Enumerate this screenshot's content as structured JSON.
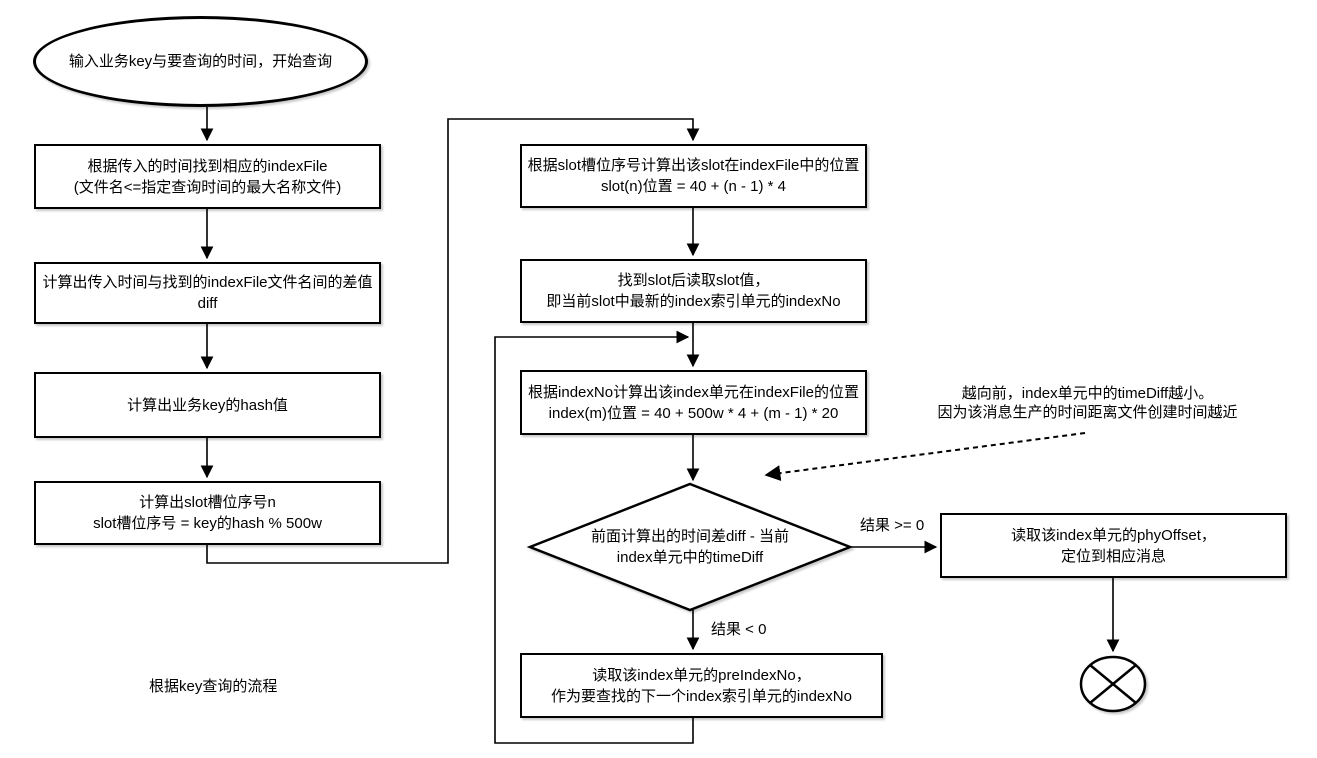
{
  "diagram": {
    "caption": "根据key查询的流程",
    "colors": {
      "stroke": "#000000",
      "background": "#ffffff"
    }
  },
  "nodes": {
    "start": {
      "lines": [
        "输入业务key与要查询的时间，开始查询"
      ]
    },
    "find_index_file": {
      "lines": [
        "根据传入的时间找到相应的indexFile",
        "(文件名<=指定查询时间的最大名称文件)"
      ]
    },
    "calc_diff": {
      "lines": [
        "计算出传入时间与找到的indexFile文件名间的差值",
        "diff"
      ]
    },
    "calc_hash": {
      "lines": [
        "计算出业务key的hash值"
      ]
    },
    "calc_slot": {
      "lines": [
        "计算出slot槽位序号n",
        "slot槽位序号 = key的hash % 500w"
      ]
    },
    "slot_position": {
      "lines": [
        "根据slot槽位序号计算出该slot在indexFile中的位置",
        "slot(n)位置 = 40 + (n - 1) * 4"
      ]
    },
    "read_slot": {
      "lines": [
        "找到slot后读取slot值，",
        "即当前slot中最新的index索引单元的indexNo"
      ]
    },
    "index_position": {
      "lines": [
        "根据indexNo计算出该index单元在indexFile的位置",
        "index(m)位置 = 40 + 500w * 4 + (m - 1) * 20"
      ]
    },
    "decision": {
      "lines": [
        "前面计算出的时间差diff - 当前",
        "index单元中的timeDiff"
      ]
    },
    "read_pre_index": {
      "lines": [
        "读取该index单元的preIndexNo，",
        "作为要查找的下一个index索引单元的indexNo"
      ]
    },
    "read_phy_offset": {
      "lines": [
        "读取该index单元的phyOffset，",
        "定位到相应消息"
      ]
    }
  },
  "labels": {
    "result_ge_zero": "结果 >= 0",
    "result_lt_zero": "结果 < 0",
    "annotation": {
      "lines": [
        "越向前，index单元中的timeDiff越小。",
        "因为该消息生产的时间距离文件创建时间越近"
      ]
    }
  }
}
